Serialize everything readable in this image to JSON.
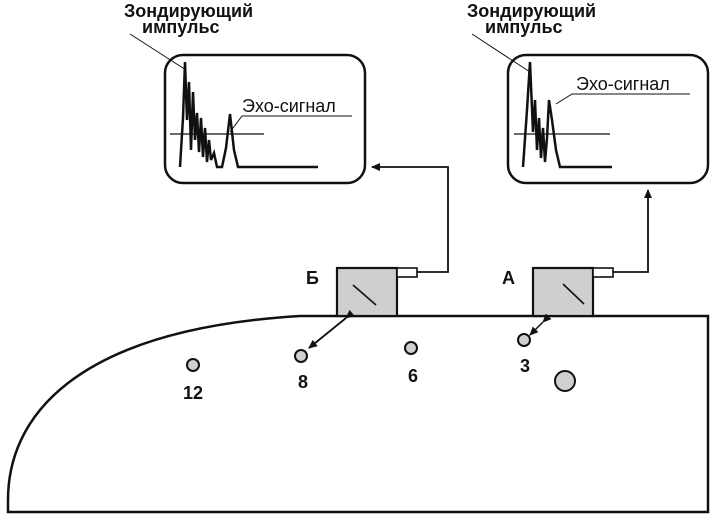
{
  "left_monitor": {
    "pulse_label_line1": "Зондирующий",
    "pulse_label_line2": "импульс",
    "echo_label": "Эхо-сигнал"
  },
  "right_monitor": {
    "pulse_label_line1": "Зондирующий",
    "pulse_label_line2": "импульс",
    "echo_label": "Эхо-сигнал"
  },
  "probes": {
    "left_label": "Б",
    "right_label": "А"
  },
  "defects": [
    {
      "label": "12"
    },
    {
      "label": "8"
    },
    {
      "label": "6"
    },
    {
      "label": "3"
    }
  ],
  "colors": {
    "line": "#111111",
    "probe_fill": "#cfcfcf",
    "background": "#ffffff"
  }
}
